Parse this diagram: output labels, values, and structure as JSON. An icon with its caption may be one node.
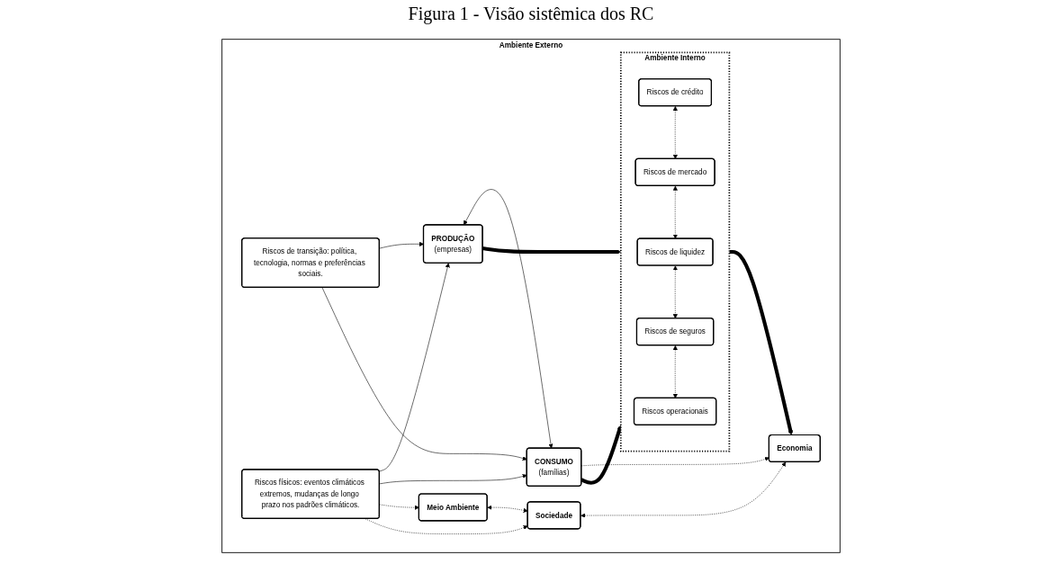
{
  "diagram": {
    "title": "Figura 1 - Visão sistêmica dos RC",
    "nodes": [
      {
        "text": [
          "Ambiente Externo"
        ]
      },
      {
        "text": [
          "Riscos de transição: política, tecnologia, normas e preferências sociais."
        ],
        "in": 0
      },
      {
        "text": [
          "Riscos físicos: eventos climáticos extremos, mudanças de longo prazo nos padrões climáticos."
        ],
        "in": 0
      },
      {
        "text": [
          "PRODUÇÃO",
          "(empresas)"
        ],
        "in": 0
      },
      {
        "text": [
          "CONSUMO",
          "(famílias)"
        ],
        "in": 0
      },
      {
        "text": [
          "Ambiente Interno"
        ],
        "in": 0
      },
      {
        "text": [
          "Riscos de crédito"
        ],
        "in": 5
      },
      {
        "text": [
          "Riscos de mercado"
        ],
        "in": 5
      },
      {
        "text": [
          "Riscos de liquidez"
        ],
        "in": 5
      },
      {
        "text": [
          "Riscos de seguros"
        ],
        "in": 5
      },
      {
        "text": [
          "Riscos operacionais"
        ],
        "in": 5
      },
      {
        "text": [
          "Meio Ambiente"
        ],
        "in": 0
      },
      {
        "text": [
          "Sociedade"
        ],
        "in": 0
      },
      {
        "text": [
          "Economia"
        ],
        "in": 0
      }
    ],
    "edges": [
      {
        "from": 1,
        "to": 3,
        "arrow": "to"
      },
      {
        "from": 1,
        "to": 4,
        "arrow": "to"
      },
      {
        "from": 2,
        "to": 3,
        "arrow": "to"
      },
      {
        "from": 2,
        "to": 4,
        "arrow": "to"
      },
      {
        "from": 3,
        "to": 4,
        "arrow": "both"
      },
      {
        "from": 3,
        "to": 5,
        "arrow": "to",
        "style": "thick"
      },
      {
        "from": 4,
        "to": 5,
        "arrow": "to",
        "style": "thick"
      },
      {
        "from": 6,
        "to": 7,
        "arrow": "both",
        "style": "dashed"
      },
      {
        "from": 7,
        "to": 8,
        "arrow": "both",
        "style": "dashed"
      },
      {
        "from": 8,
        "to": 9,
        "arrow": "both",
        "style": "dashed"
      },
      {
        "from": 9,
        "to": 10,
        "arrow": "both",
        "style": "dashed"
      },
      {
        "from": 2,
        "to": 11,
        "arrow": "to",
        "style": "dashed"
      },
      {
        "from": 2,
        "to": 12,
        "arrow": "to",
        "style": "dashed"
      },
      {
        "from": 4,
        "to": 13,
        "arrow": "to",
        "style": "dashed"
      },
      {
        "from": 11,
        "to": 12,
        "arrow": "both",
        "style": "dashed"
      },
      {
        "from": 12,
        "to": 13,
        "arrow": "both",
        "style": "dashed"
      },
      {
        "from": 5,
        "to": 13,
        "arrow": "to",
        "style": "thick"
      }
    ]
  }
}
